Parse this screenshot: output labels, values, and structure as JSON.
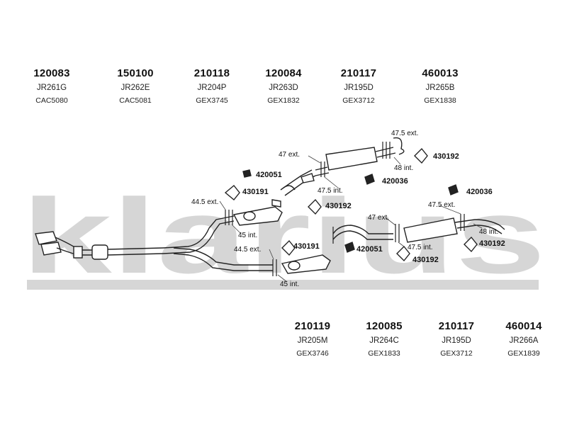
{
  "watermark": "klarius",
  "top_parts": [
    {
      "number": "120083",
      "ref": "JR261G",
      "code": "CAC5080"
    },
    {
      "number": "150100",
      "ref": "JR262E",
      "code": "CAC5081"
    },
    {
      "number": "210118",
      "ref": "JR204P",
      "code": "GEX3745"
    },
    {
      "number": "120084",
      "ref": "JR263D",
      "code": "GEX1832"
    },
    {
      "number": "210117",
      "ref": "JR195D",
      "code": "GEX3712"
    },
    {
      "number": "460013",
      "ref": "JR265B",
      "code": "GEX1838"
    }
  ],
  "bottom_parts": [
    {
      "number": "210119",
      "ref": "JR205M",
      "code": "GEX3746"
    },
    {
      "number": "120085",
      "ref": "JR264C",
      "code": "GEX1833"
    },
    {
      "number": "210117",
      "ref": "JR195D",
      "code": "GEX3712"
    },
    {
      "number": "460014",
      "ref": "JR266A",
      "code": "GEX1839"
    }
  ],
  "diagram_labels": {
    "ext_475_top": "47.5 ext.",
    "ext_47_top": "47 ext.",
    "int_48_top": "48 int.",
    "clamp_430192_a": "430192",
    "part_420051_a": "420051",
    "part_420036_a": "420036",
    "clamp_430191_a": "430191",
    "int_475_mid": "47.5 int.",
    "part_420036_b": "420036",
    "ext_445_upper": "44.5 ext.",
    "clamp_430192_b": "430192",
    "ext_475_right": "47.5 ext.",
    "ext_47_mid": "47 ext.",
    "int_45_upper": "45 int.",
    "int_48_right": "48 int.",
    "ext_445_lower": "44.5 ext.",
    "clamp_430191_b": "430191",
    "part_420051_b": "420051",
    "int_475_lower": "47.5 int.",
    "clamp_430192_c": "430192",
    "clamp_430192_d": "430192",
    "int_45_lower": "45 int."
  }
}
